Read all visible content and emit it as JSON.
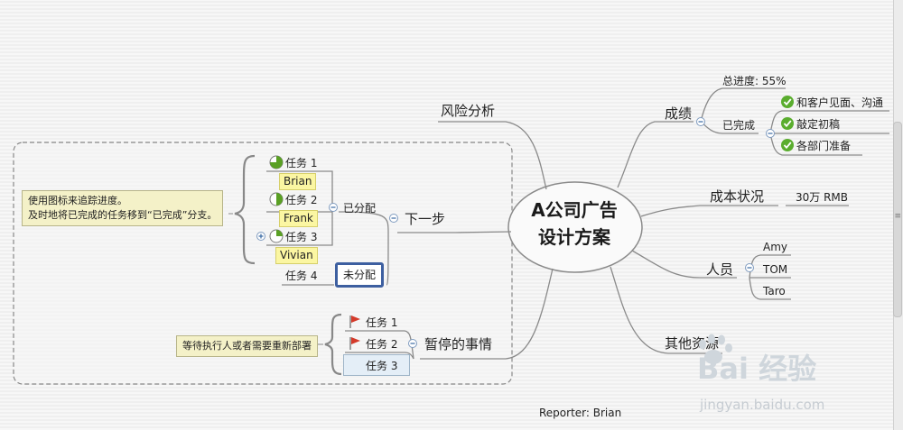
{
  "center": {
    "line1": "A公司广告",
    "line2": "设计方案"
  },
  "right": {
    "achievements": {
      "label": "成绩",
      "progress_label": "总进度: 55%",
      "completed_label": "已完成",
      "completed_items": [
        "和客户见面、沟通",
        "敲定初稿",
        "各部门准备"
      ]
    },
    "cost": {
      "label": "成本状况",
      "value": "30万 RMB"
    },
    "people": {
      "label": "人员",
      "members": [
        "Amy",
        "TOM",
        "Taro"
      ]
    },
    "resources": {
      "label": "其他资源"
    }
  },
  "left": {
    "risk": {
      "label": "风险分析"
    },
    "next_step": {
      "label": "下一步",
      "assigned_label": "已分配",
      "unassigned_label": "未分配",
      "tasks": [
        {
          "name": "任务 1",
          "owner": "Brian",
          "progress": 0.75
        },
        {
          "name": "任务 2",
          "owner": "Frank",
          "progress": 0.5
        },
        {
          "name": "任务 3",
          "owner": "Vivian",
          "progress": 0.25
        }
      ],
      "unassigned_task": "任务 4",
      "note_line1": "使用图标来追踪进度。",
      "note_line2": "及时地将已完成的任务移到“已完成”分支。"
    },
    "paused": {
      "label": "暂停的事情",
      "tasks": [
        "任务 1",
        "任务 2",
        "任务 3"
      ],
      "note": "等待执行人或者需要重新部署"
    }
  },
  "footer": {
    "reporter": "Reporter: Brian"
  },
  "watermark": {
    "brand": "Bai  经验",
    "url": "jingyan.baidu.com"
  },
  "colors": {
    "line": "#8a8a8a",
    "check": "#5aad2e",
    "flag": "#d43a2a",
    "pie": "#5aa024",
    "select": "#3d5fa0"
  }
}
